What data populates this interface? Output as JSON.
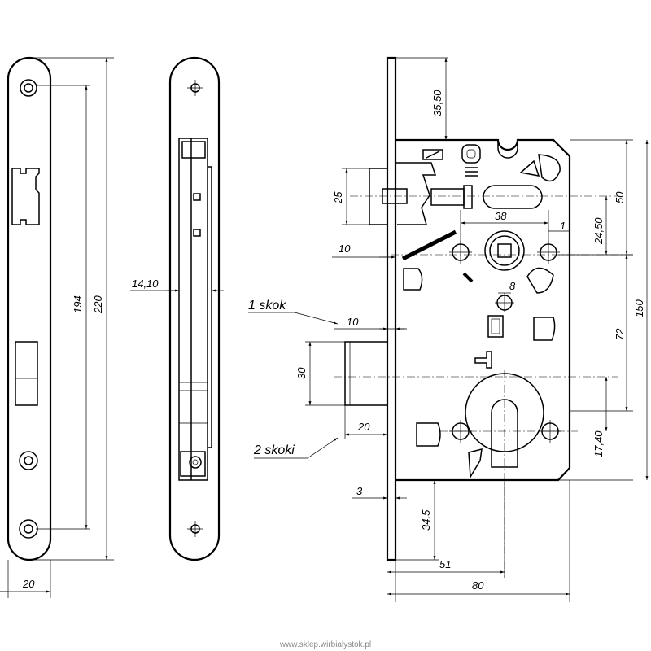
{
  "dimensions": {
    "faceplate_width": "20",
    "screw_spacing": "194",
    "faceplate_length": "220",
    "side_thickness": "14,10",
    "backset_to_handle": "35,50",
    "body_top_to_handle": "50",
    "handle_to_body_bottom": "150",
    "latch_height": "25",
    "latch_throw": "10",
    "handle_spacing": "38",
    "handle_offset": "24,50",
    "bolt_offset": "1",
    "spindle_square": "8",
    "bolt_throw": "10",
    "handle_to_cylinder": "72",
    "bolt_height": "30",
    "bolt_projection": "20",
    "cylinder_offset": "17,40",
    "face_thickness": "3",
    "bottom_height": "34,5",
    "backset": "51",
    "body_depth": "80"
  },
  "labels": {
    "one_throw": "1 skok",
    "two_throws": "2 skoki"
  },
  "watermark": "www.sklep.wirbialystok.pl"
}
